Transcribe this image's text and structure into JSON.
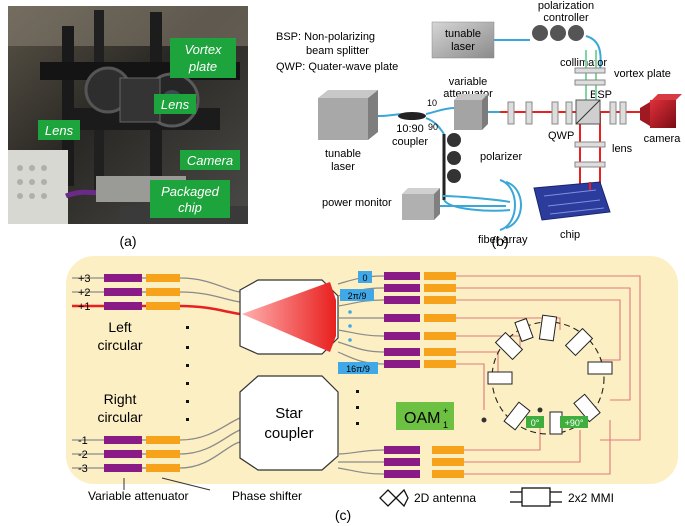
{
  "panel_a": {
    "caption": "(a)",
    "labels": {
      "vortex_plate": [
        "Vortex",
        "plate"
      ],
      "lens_right": "Lens",
      "lens_left": "Lens",
      "camera": "Camera",
      "packaged_chip": [
        "Packaged",
        "chip"
      ]
    },
    "colors": {
      "label_bg": "#1ea43c",
      "label_text": "#ffffff"
    }
  },
  "panel_b": {
    "caption": "(b)",
    "legend": [
      "BSP: Non-polarizing",
      "beam splitter",
      "QWP: Quater-wave plate"
    ],
    "labels": {
      "tunable_laser_top": [
        "tunable",
        "laser"
      ],
      "polarization_controller": [
        "polarization",
        "controller"
      ],
      "collimator": "collimator",
      "bsp": "BSP",
      "vortex_plate": "vortex plate",
      "variable_attenuator": [
        "variable",
        "attenuator"
      ],
      "tunable_laser_left": [
        "tunable",
        "laser"
      ],
      "coupler": [
        "10:90",
        "coupler"
      ],
      "ratio_10": "10",
      "ratio_90": "90",
      "polarizer": "polarizer",
      "qwp": "QWP",
      "lens": "lens",
      "camera": "camera",
      "power_monitor": "power monitor",
      "fiber_array": "fiber array",
      "chip": "chip"
    },
    "colors": {
      "beam": "#e8201e",
      "fiber": "#3aa7d8",
      "camera": "#b3141e",
      "chip": "#2c3c9c"
    }
  },
  "panel_c": {
    "caption": "(c)",
    "port_labels": [
      "+3",
      "+2",
      "+1",
      "-1",
      "-2",
      "-3"
    ],
    "left_circular": [
      "Left",
      "circular"
    ],
    "right_circular": [
      "Right",
      "circular"
    ],
    "star_coupler": [
      "Star",
      "coupler"
    ],
    "phase_tags": [
      "0",
      "2π/9",
      "16π/9"
    ],
    "oam": {
      "main": "OAM",
      "sup": "+",
      "sub": "1"
    },
    "angle_tags": [
      "0°",
      "+90°"
    ],
    "legend": {
      "variable_attenuator": "Variable attenuator",
      "phase_shifter": "Phase shifter",
      "antenna": "2D antenna",
      "mmi": "2x2 MMI"
    },
    "colors": {
      "background": "#fcefc4",
      "attenuator": "#8a1a86",
      "phase_shifter": "#f6a21a",
      "waveguide": "#e07a7a",
      "highlight": "#e8201e",
      "tag": "#40a8e6",
      "oam_box": "#6cc042",
      "angle_tag": "#3fae3f"
    }
  }
}
